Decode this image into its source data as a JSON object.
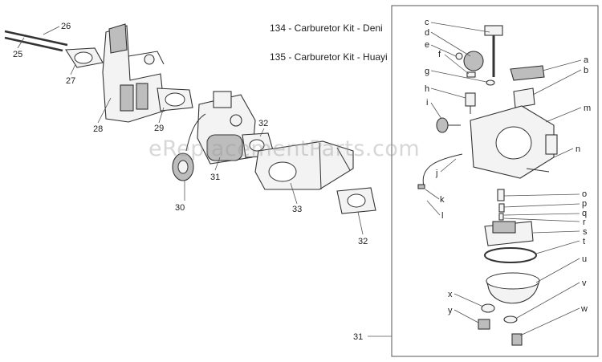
{
  "kit_lines": [
    "134 - Carburetor Kit - Deni",
    "135 - Carburetor Kit - Huayi"
  ],
  "watermark": "eReplacementParts.com",
  "callouts": {
    "p25": "25",
    "p26": "26",
    "p27": "27",
    "p28": "28",
    "p29": "29",
    "p30": "30",
    "p31": "31",
    "p32a": "32",
    "p32b": "32",
    "p33": "33",
    "p31box": "31",
    "a": "a",
    "b": "b",
    "c": "c",
    "d": "d",
    "e": "e",
    "f": "f",
    "g": "g",
    "h": "h",
    "i": "i",
    "j": "j",
    "k": "k",
    "l": "l",
    "m": "m",
    "n": "n",
    "o": "o",
    "p": "p",
    "q": "q",
    "r": "r",
    "s": "s",
    "t": "t",
    "u": "u",
    "v": "v",
    "w": "w",
    "x": "x",
    "y": "y"
  }
}
